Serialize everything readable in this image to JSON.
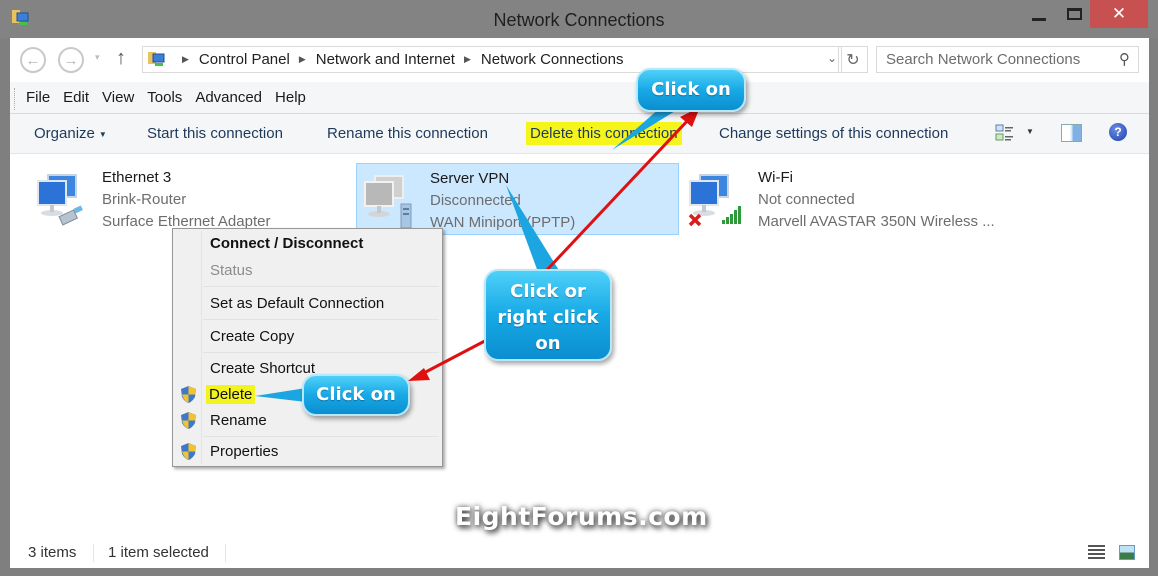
{
  "window": {
    "title": "Network Connections",
    "controls": {
      "minimize": "minimize",
      "maximize": "maximize",
      "close": "✕"
    }
  },
  "address_bar": {
    "back_icon": "←",
    "forward_icon": "→",
    "recent_icon": "▾",
    "up_icon": "↑",
    "breadcrumbs": [
      "Control Panel",
      "Network and Internet",
      "Network Connections"
    ],
    "separator": "▶",
    "dropdown_icon": "⌄",
    "refresh_icon": "↻",
    "search_placeholder": "Search Network Connections",
    "search_icon": "⚲"
  },
  "menu": {
    "items": [
      "File",
      "Edit",
      "View",
      "Tools",
      "Advanced",
      "Help"
    ]
  },
  "command_bar": {
    "organize": "Organize",
    "caret": "▼",
    "start": "Start this connection",
    "rename": "Rename this connection",
    "delete": "Delete this connection",
    "change": "Change settings of this connection",
    "view_dropdown": "▼",
    "help": "?"
  },
  "connections": [
    {
      "name": "Ethernet 3",
      "status": "Brink-Router",
      "device": "Surface Ethernet Adapter",
      "selected": false
    },
    {
      "name": "Server VPN",
      "status": "Disconnected",
      "device": "WAN Miniport (PPTP)",
      "selected": true
    },
    {
      "name": "Wi-Fi",
      "status": "Not connected",
      "device": "Marvell AVASTAR 350N Wireless ...",
      "selected": false
    }
  ],
  "context_menu": {
    "items": [
      {
        "label": "Connect / Disconnect",
        "bold": true
      },
      {
        "label": "Status",
        "disabled": true
      },
      {
        "label": "Set as Default Connection"
      },
      {
        "label": "Create Copy"
      },
      {
        "label": "Create Shortcut"
      },
      {
        "label": "Delete",
        "shield": true,
        "highlighted": true
      },
      {
        "label": "Rename",
        "shield": true
      },
      {
        "label": "Properties",
        "shield": true
      }
    ]
  },
  "status_bar": {
    "item_count": "3 items",
    "selection": "1 item selected"
  },
  "annotations": {
    "callout_top": "Click on",
    "callout_mid_lines": [
      "Click or",
      "right click",
      "on"
    ],
    "callout_ctx": "Click on",
    "arrow_color": "#e01010",
    "callout_color": "#17a9e6",
    "highlight_color": "#f5f51c"
  },
  "watermark": "EightForums.com"
}
